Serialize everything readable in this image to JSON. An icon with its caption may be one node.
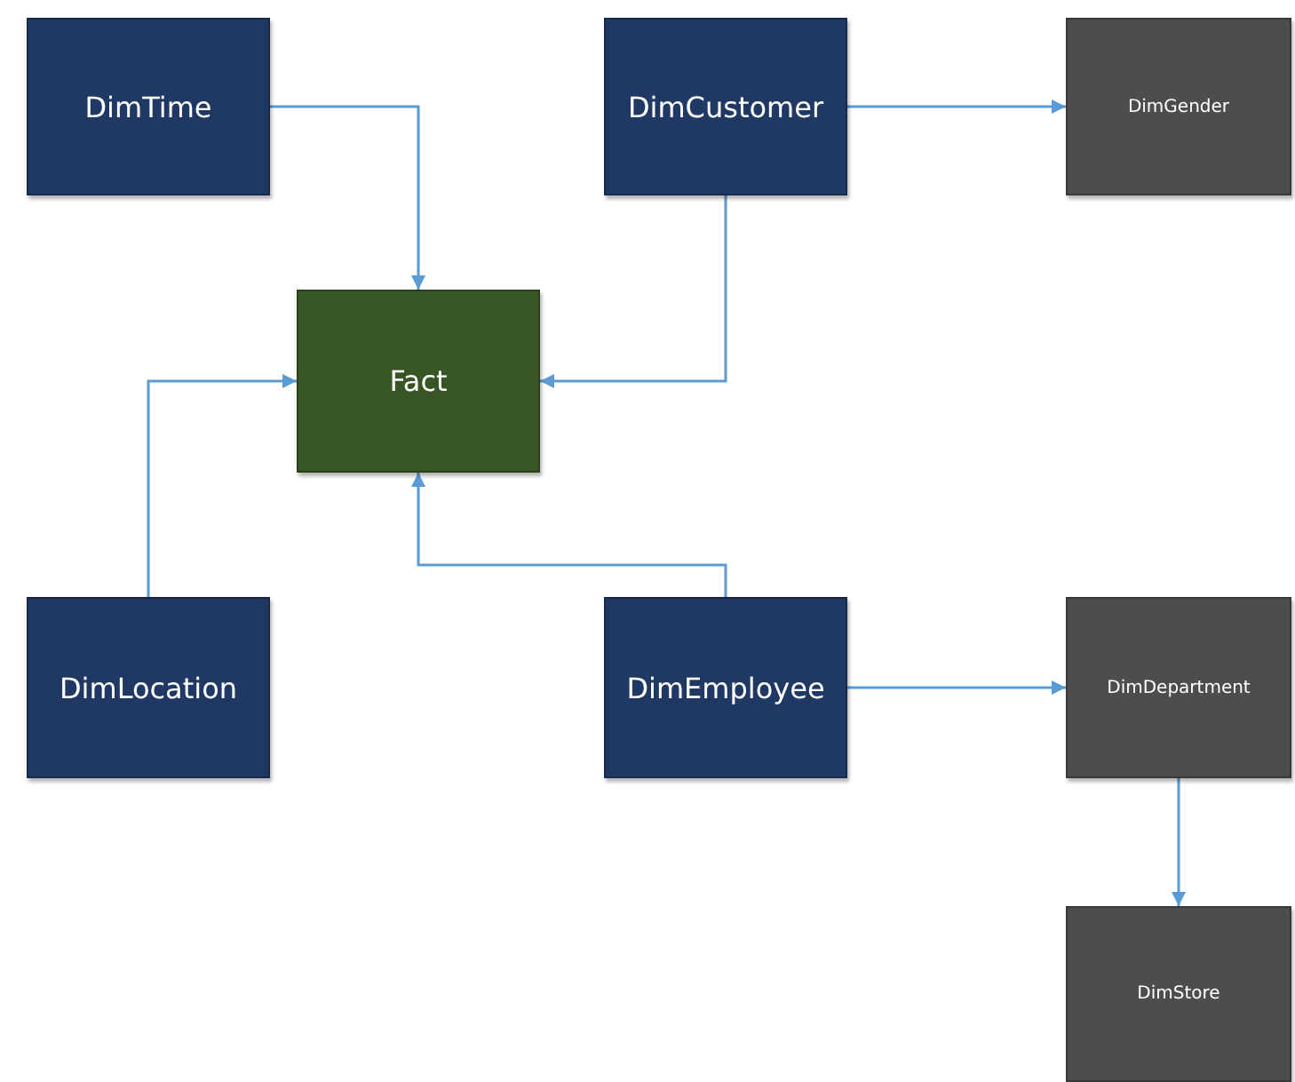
{
  "diagram": {
    "nodes": [
      {
        "text": [
          "DimTime"
        ]
      },
      {
        "text": [
          "DimCustomer"
        ]
      },
      {
        "text": [
          "DimGender"
        ]
      },
      {
        "text": [
          "Fact"
        ]
      },
      {
        "text": [
          "DimLocation"
        ]
      },
      {
        "text": [
          "DimEmployee"
        ]
      },
      {
        "text": [
          "DimDepartment"
        ]
      },
      {
        "text": [
          "DimStore"
        ]
      }
    ],
    "edges": [
      {
        "from": 0,
        "to": 3,
        "arrow": "to"
      },
      {
        "from": 1,
        "to": 3,
        "arrow": "to"
      },
      {
        "from": 1,
        "to": 2,
        "arrow": "to"
      },
      {
        "from": 4,
        "to": 3,
        "arrow": "to"
      },
      {
        "from": 5,
        "to": 3,
        "arrow": "to"
      },
      {
        "from": 5,
        "to": 6,
        "arrow": "to"
      },
      {
        "from": 6,
        "to": 7,
        "arrow": "to"
      }
    ]
  }
}
